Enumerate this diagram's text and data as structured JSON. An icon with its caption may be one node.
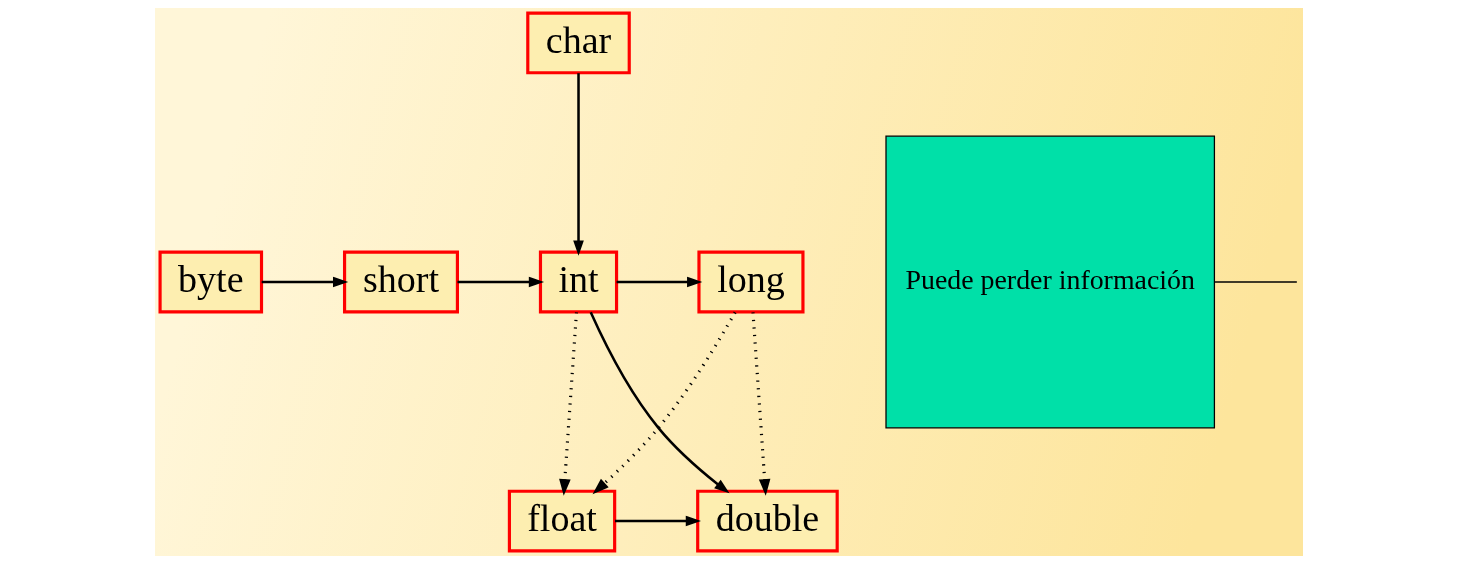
{
  "diagram": {
    "nodes": [
      {
        "text": [
          "char"
        ]
      },
      {
        "text": [
          "byte"
        ]
      },
      {
        "text": [
          "short"
        ]
      },
      {
        "text": [
          "int"
        ]
      },
      {
        "text": [
          "long"
        ]
      },
      {
        "text": [
          "float"
        ]
      },
      {
        "text": [
          "double"
        ]
      },
      {
        "text": [
          "Puede perder información"
        ]
      }
    ],
    "edges": [
      {
        "from": 1,
        "to": 2,
        "arrow": "to"
      },
      {
        "from": 2,
        "to": 3,
        "arrow": "to"
      },
      {
        "from": 0,
        "to": 3,
        "arrow": "to"
      },
      {
        "from": 3,
        "to": 4,
        "arrow": "to"
      },
      {
        "from": 3,
        "to": 6,
        "arrow": "to"
      },
      {
        "from": 3,
        "to": 5,
        "arrow": "to",
        "style": "dashed"
      },
      {
        "from": 4,
        "to": 5,
        "arrow": "to",
        "style": "dashed"
      },
      {
        "from": 4,
        "to": 6,
        "arrow": "to",
        "style": "dashed"
      },
      {
        "from": 5,
        "to": 6,
        "arrow": "to"
      },
      {
        "from": 7,
        "to": null,
        "arrow": "none"
      }
    ]
  }
}
